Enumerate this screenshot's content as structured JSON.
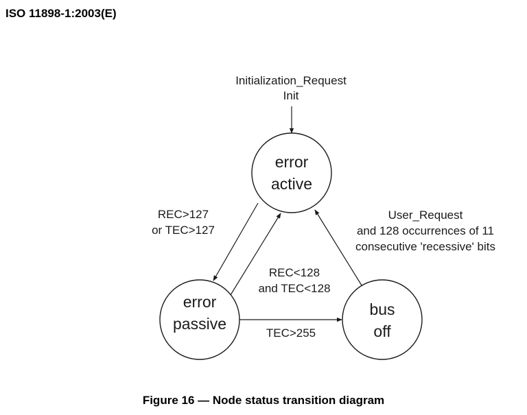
{
  "document": {
    "header": "ISO 11898-1:2003(E)",
    "caption": "Figure 16 — Node status transition diagram"
  },
  "diagram": {
    "init_label": {
      "line1": "Initialization_Request",
      "line2": "Init"
    },
    "states": {
      "error_active": {
        "line1": "error",
        "line2": "active"
      },
      "error_passive": {
        "line1": "error",
        "line2": "passive"
      },
      "bus_off": {
        "line1": "bus",
        "line2": "off"
      }
    },
    "transitions": {
      "active_to_passive": {
        "line1": "REC>127",
        "line2": "or TEC>127"
      },
      "passive_to_active": {
        "line1": "REC<128",
        "line2": "and TEC<128"
      },
      "passive_to_busoff": {
        "line1": "TEC>255"
      },
      "busoff_to_active": {
        "line1": "User_Request",
        "line2": "and 128 occurrences of 11",
        "line3": "consecutive 'recessive' bits"
      }
    }
  }
}
